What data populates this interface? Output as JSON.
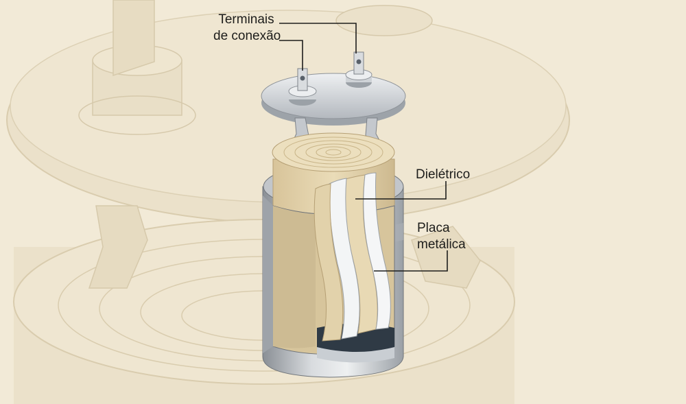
{
  "labels": {
    "terminals_line1": "Terminais",
    "terminals_line2": "de conexão",
    "dielectric": "Dielétrico",
    "plate_line1": "Placa",
    "plate_line2": "metálica"
  },
  "colors": {
    "background": "#f2ead7",
    "background_shapes": "#ebe1ca",
    "background_lines": "#d9ccae",
    "metal_light": "#e6e8ea",
    "metal_mid": "#b7bbc0",
    "metal_dark": "#7d8288",
    "paper": "#e7d8b3",
    "paper_dark": "#c9b68c",
    "foil": "#f3f5f6",
    "inner_dark": "#2f3a45",
    "leader_line": "#1d1d1b"
  }
}
